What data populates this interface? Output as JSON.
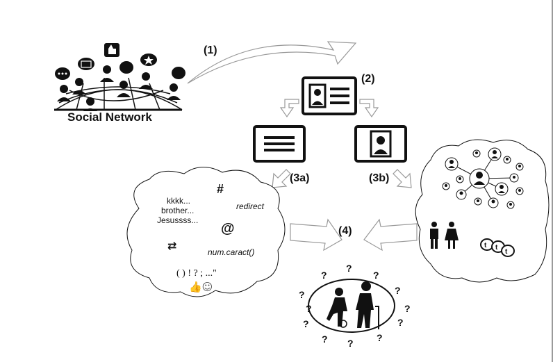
{
  "title": "Social Network",
  "steps": {
    "s1": "(1)",
    "s2": "(2)",
    "s3a": "(3a)",
    "s3b": "(3b)",
    "s4": "(4)"
  },
  "text_cloud": {
    "line1": "kkkk...",
    "line2": "brother...",
    "line3": "Jesussss...",
    "hash": "#",
    "redirect": "redirect",
    "at": "@",
    "func": "num.caract()",
    "punct": "( ) ! ? ; ...\""
  },
  "question_mark": "?",
  "icons": [
    "people-network-icon",
    "chat-bubble-icon",
    "like-icon",
    "profile-card-icon",
    "text-card-icon",
    "photo-card-icon",
    "retweet-icon",
    "gender-icon",
    "twitter-icon",
    "elderly-couple-icon",
    "question-mark-icon"
  ],
  "colors": {
    "line": "#111111",
    "gray": "#888888"
  }
}
